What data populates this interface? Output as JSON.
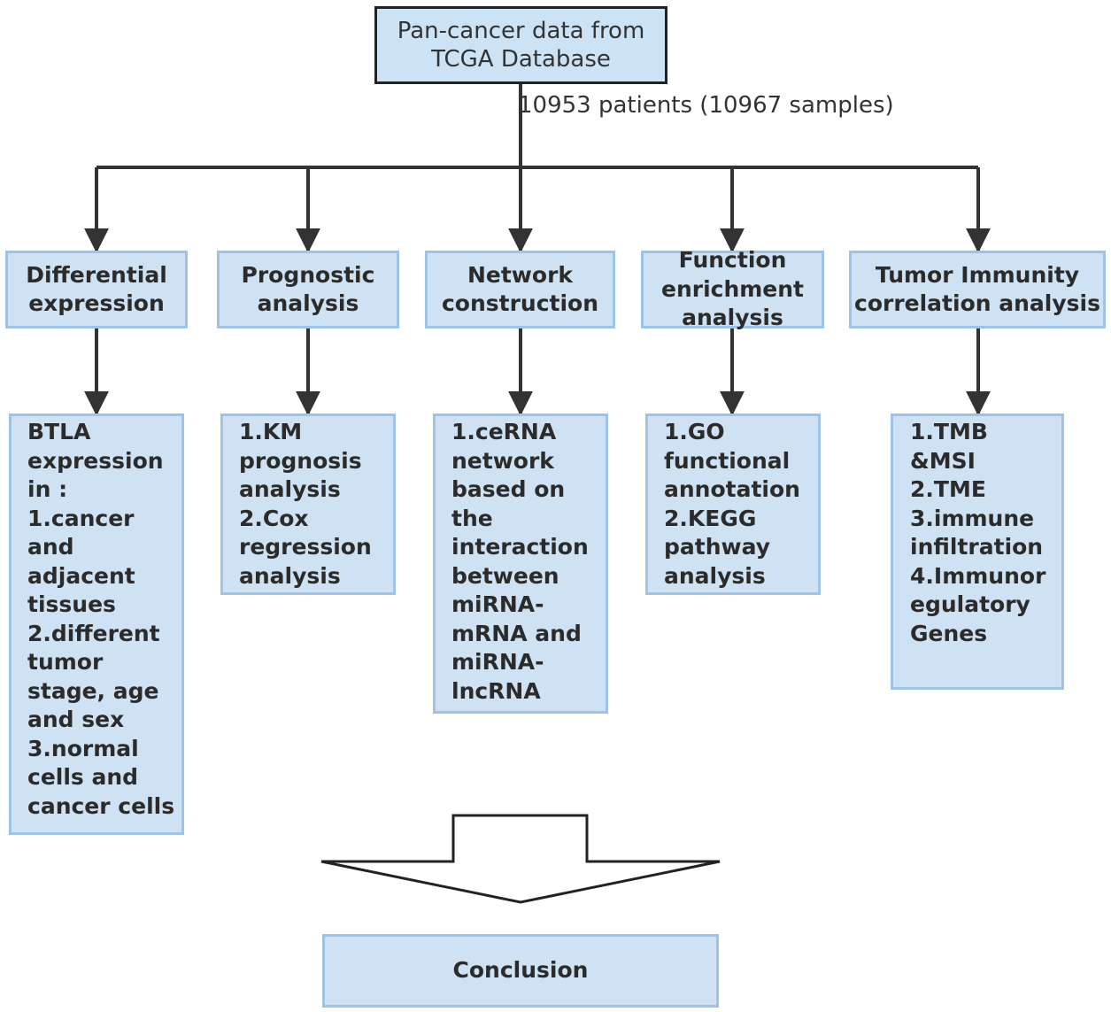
{
  "source": {
    "title": "Pan-cancer data from TCGA Database",
    "patients_label": "10953 patients (10967 samples)"
  },
  "categories": [
    {
      "title": "Differential expression",
      "details": "BTLA\nexpression\nin :\n1.cancer\nand\nadjacent\ntissues\n2.different\ntumor\nstage, age\nand sex\n3.normal\ncells and\ncancer cells"
    },
    {
      "title": "Prognostic analysis",
      "details": "1.KM\nprognosis\nanalysis\n2.Cox\nregression\nanalysis"
    },
    {
      "title": "Network construction",
      "details": "1.ceRNA\nnetwork\nbased on\nthe\ninteraction\nbetween\nmiRNA-\nmRNA and\nmiRNA-\nlncRNA"
    },
    {
      "title": "Function enrichment analysis",
      "details": "1.GO\nfunctional\nannotation\n2.KEGG\npathway\nanalysis"
    },
    {
      "title": "Tumor Immunity correlation analysis",
      "details": "1.TMB\n&MSI\n2.TME\n3.immune\ninfiltration\n4.Immunor\negulatory\nGenes"
    }
  ],
  "conclusion": {
    "label": "Conclusion"
  },
  "colors": {
    "box_fill": "#cfe2f3",
    "box_border": "#9ec3e6",
    "line": "#333333"
  }
}
